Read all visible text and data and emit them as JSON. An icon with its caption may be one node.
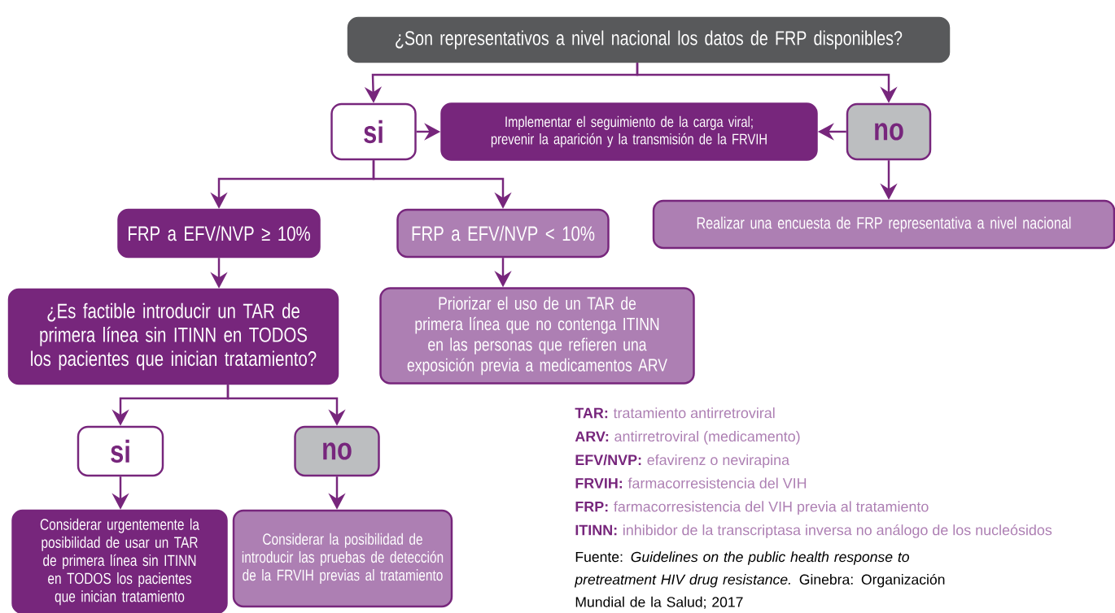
{
  "diagram": {
    "nodes": [
      {
        "text": [
          "¿Son representativos a nivel nacional los datos de FRP disponibles?"
        ]
      },
      {
        "text": [
          "si"
        ]
      },
      {
        "text": [
          "Implementar el seguimiento de la carga viral; prevenir la aparición y la transmisión de la FRVIH"
        ]
      },
      {
        "text": [
          "no"
        ]
      },
      {
        "text": [
          "FRP a EFV/NVP ≥ 10%"
        ]
      },
      {
        "text": [
          "FRP a EFV/NVP < 10%"
        ]
      },
      {
        "text": [
          "Realizar una encuesta de FRP representativa a nivel nacional"
        ]
      },
      {
        "text": [
          "¿Es factible introducir un TAR de primera línea sin ITINN en TODOS los pacientes que inician tratamiento?"
        ]
      },
      {
        "text": [
          "Priorizar el uso de un TAR de primera línea que no contenga ITINN en las personas que refieren una exposición previa a medicamentos ARV"
        ]
      },
      {
        "text": [
          "si"
        ]
      },
      {
        "text": [
          "no"
        ]
      },
      {
        "text": [
          "Considerar urgentemente la posibilidad de usar un TAR de primera línea sin ITINN en TODOS los pacientes que inician tratamiento"
        ]
      },
      {
        "text": [
          "Considerar la posibilidad de introducir las pruebas de detección de la FRVIH previas al tratamiento"
        ]
      }
    ],
    "edges": [
      {
        "from": 0,
        "to": 1,
        "arrow": "to"
      },
      {
        "from": 0,
        "to": 3,
        "arrow": "to"
      },
      {
        "from": 1,
        "to": 2,
        "arrow": "to"
      },
      {
        "from": 3,
        "to": 2,
        "arrow": "to"
      },
      {
        "from": 1,
        "to": 4,
        "arrow": "to"
      },
      {
        "from": 1,
        "to": 5,
        "arrow": "to"
      },
      {
        "from": 3,
        "to": 6,
        "arrow": "to"
      },
      {
        "from": 4,
        "to": 7,
        "arrow": "to"
      },
      {
        "from": 5,
        "to": 8,
        "arrow": "to"
      },
      {
        "from": 7,
        "to": 9,
        "arrow": "to"
      },
      {
        "from": 7,
        "to": 10,
        "arrow": "to"
      },
      {
        "from": 9,
        "to": 11,
        "arrow": "to"
      },
      {
        "from": 10,
        "to": 12,
        "arrow": "to"
      }
    ],
    "labels": [
      "TAR:",
      "tratamiento antirretroviral",
      "ARV:",
      "antirretroviral (medicamento)",
      "EFV/NVP:",
      "efavirenz o nevirapina",
      "FRVIH:",
      "farmacorresistencia del VIH",
      "FRP:",
      "farmacorresistencia del VIH previa al tratamiento",
      "ITINN:",
      "inhibidor de la transcriptasa inversa no análogo de los nucleósidos",
      "Fuente: *Guidelines on the public health response to pretreatment HIV drug resistance.* Ginebra: Organización Mundial de la Salud; 2017"
    ]
  }
}
